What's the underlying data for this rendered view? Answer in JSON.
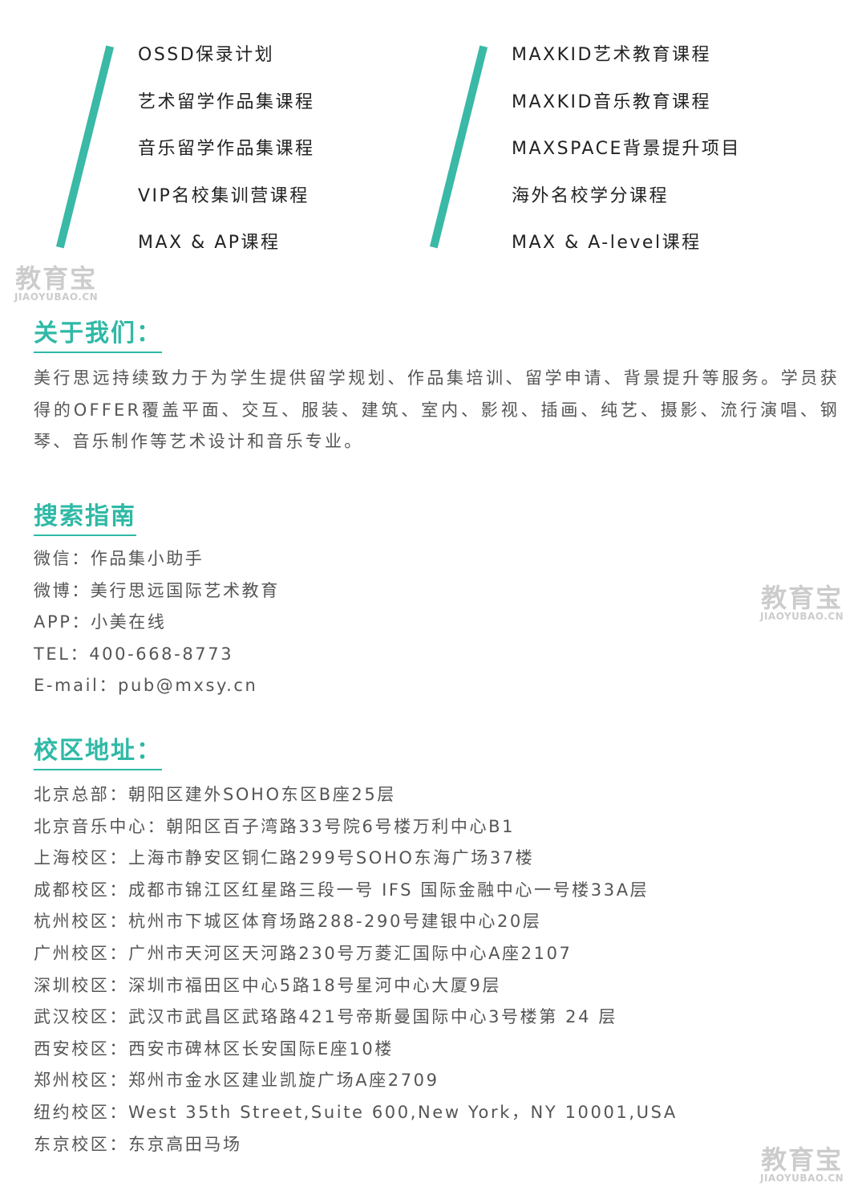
{
  "courses": {
    "left": [
      "OSSD保录计划",
      "艺术留学作品集课程",
      "音乐留学作品集课程",
      "VIP名校集训营课程",
      "MAX & AP课程"
    ],
    "right": [
      "MAXKID艺术教育课程",
      "MAXKID音乐教育课程",
      "MAXSPACE背景提升项目",
      "海外名校学分课程",
      "MAX & A-level课程"
    ]
  },
  "watermark": {
    "cn": "教育宝",
    "en": "JIAOYUBAO.CN"
  },
  "about": {
    "title": "关于我们：",
    "text": "美行思远持续致力于为学生提供留学规划、作品集培训、留学申请、背景提升等服务。学员获得的OFFER覆盖平面、交互、服装、建筑、室内、影视、插画、纯艺、摄影、流行演唱、钢琴、音乐制作等艺术设计和音乐专业。"
  },
  "search": {
    "title": "搜索指南",
    "items": [
      "微信：作品集小助手",
      "微博：美行思远国际艺术教育",
      "APP：小美在线",
      "TEL：400-668-8773",
      "E-mail：pub@mxsy.cn"
    ]
  },
  "campus": {
    "title": "校区地址：",
    "items": [
      "北京总部：朝阳区建外SOHO东区B座25层",
      "北京音乐中心：朝阳区百子湾路33号院6号楼万利中心B1",
      "上海校区：上海市静安区铜仁路299号SOHO东海广场37楼",
      "成都校区：成都市锦江区红星路三段一号 IFS 国际金融中心一号楼33A层",
      "杭州校区：杭州市下城区体育场路288-290号建银中心20层",
      "广州校区：广州市天河区天河路230号万菱汇国际中心A座2107",
      "深圳校区：深圳市福田区中心5路18号星河中心大厦9层",
      "武汉校区：武汉市武昌区武珞路421号帝斯曼国际中心3号楼第 24 层",
      "西安校区：西安市碑林区长安国际E座10楼",
      "郑州校区：郑州市金水区建业凯旋广场A座2709",
      "纽约校区：West 35th Street,Suite 600,New York，NY 10001,USA",
      "东京校区：东京高田马场"
    ]
  },
  "colors": {
    "accent": "#3ab9a7",
    "title": "#2fb9a6",
    "body_text": "#555555"
  }
}
